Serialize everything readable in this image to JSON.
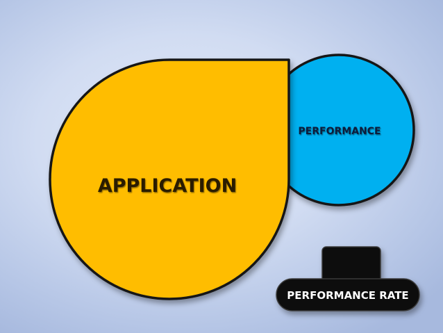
{
  "diagram": {
    "main_shape_label": "APPLICATION",
    "side_circle_label": "PERFORMANCE",
    "rate_label": "PERFORMANCE RATE"
  },
  "colors": {
    "application_fill": "#ffbd00",
    "performance_fill": "#00b0f0",
    "rate_fill": "#0d0d0d",
    "outline": "#141414",
    "application_text": "#2b1c00",
    "performance_text": "#0b1f3a",
    "rate_text": "#ffffff"
  }
}
